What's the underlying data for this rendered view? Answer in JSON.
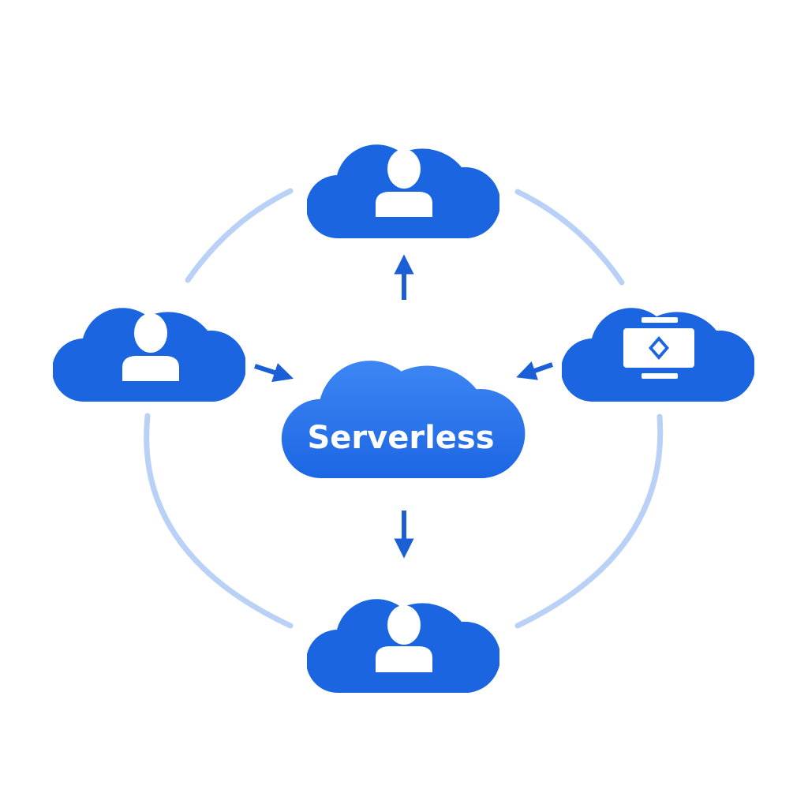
{
  "diagram": {
    "center_label": "Serverless",
    "nodes": [
      {
        "id": "top",
        "icon": "user-icon"
      },
      {
        "id": "left",
        "icon": "user-icon"
      },
      {
        "id": "right",
        "icon": "device-icon"
      },
      {
        "id": "bottom",
        "icon": "user-icon"
      }
    ],
    "arrows": [
      {
        "from": "center",
        "to": "top"
      },
      {
        "from": "left",
        "to": "center"
      },
      {
        "from": "right",
        "to": "center"
      },
      {
        "from": "center",
        "to": "bottom"
      }
    ]
  },
  "colors": {
    "cloud": "#1b66e0",
    "center_cloud_top": "#3d86f3",
    "center_cloud_bottom": "#1d66e4",
    "arrow": "#1b5fd6",
    "ring": "#b9d1f6",
    "icon": "#ffffff",
    "background": "#ffffff"
  }
}
